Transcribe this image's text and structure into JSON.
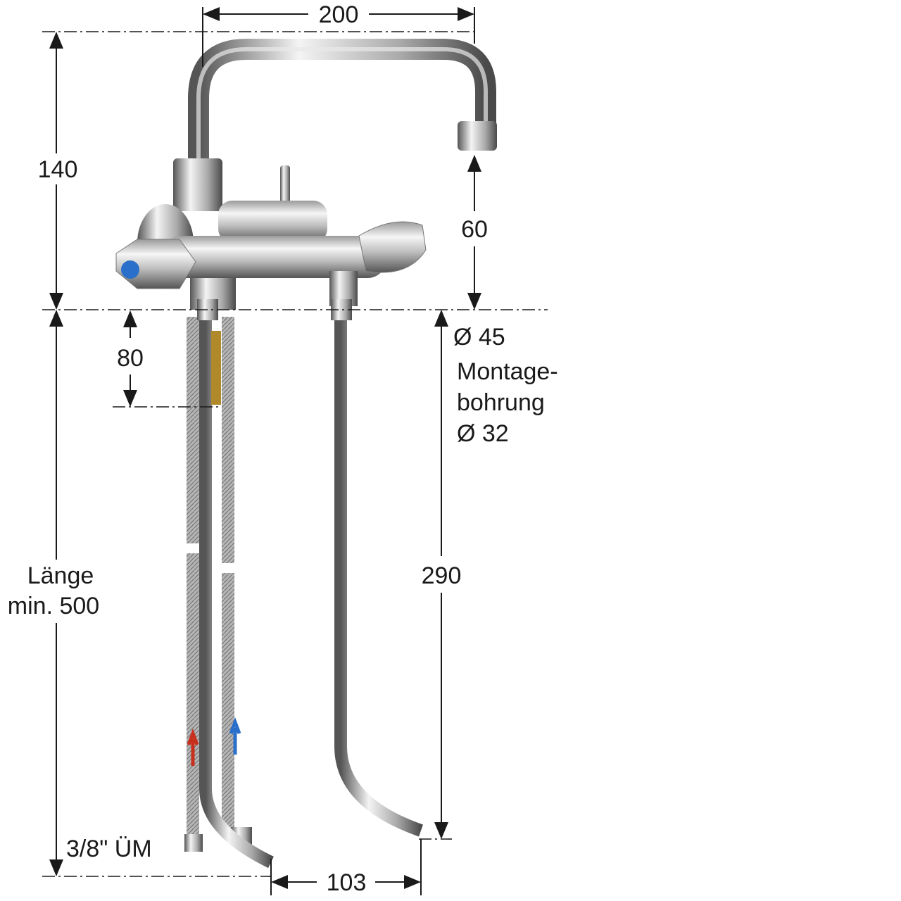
{
  "dimensions": {
    "width_top": "200",
    "height_total": "140",
    "spout_height": "60",
    "thread_length": "80",
    "hose_length_line1": "Länge",
    "hose_length_line2": "min. 500",
    "pipe_length": "290",
    "pipe_spacing": "103"
  },
  "notes": {
    "diameter_base": "Ø 45",
    "mounting_line1": "Montage-",
    "mounting_line2": "bohrung",
    "mounting_diameter": "Ø 32",
    "connection": "3/8\" ÜM"
  },
  "colors": {
    "chrome_light": "#f4f4f4",
    "chrome_dark": "#6a6a6a",
    "cold_blue": "#2a6fc9",
    "hot_red": "#c8301e"
  }
}
